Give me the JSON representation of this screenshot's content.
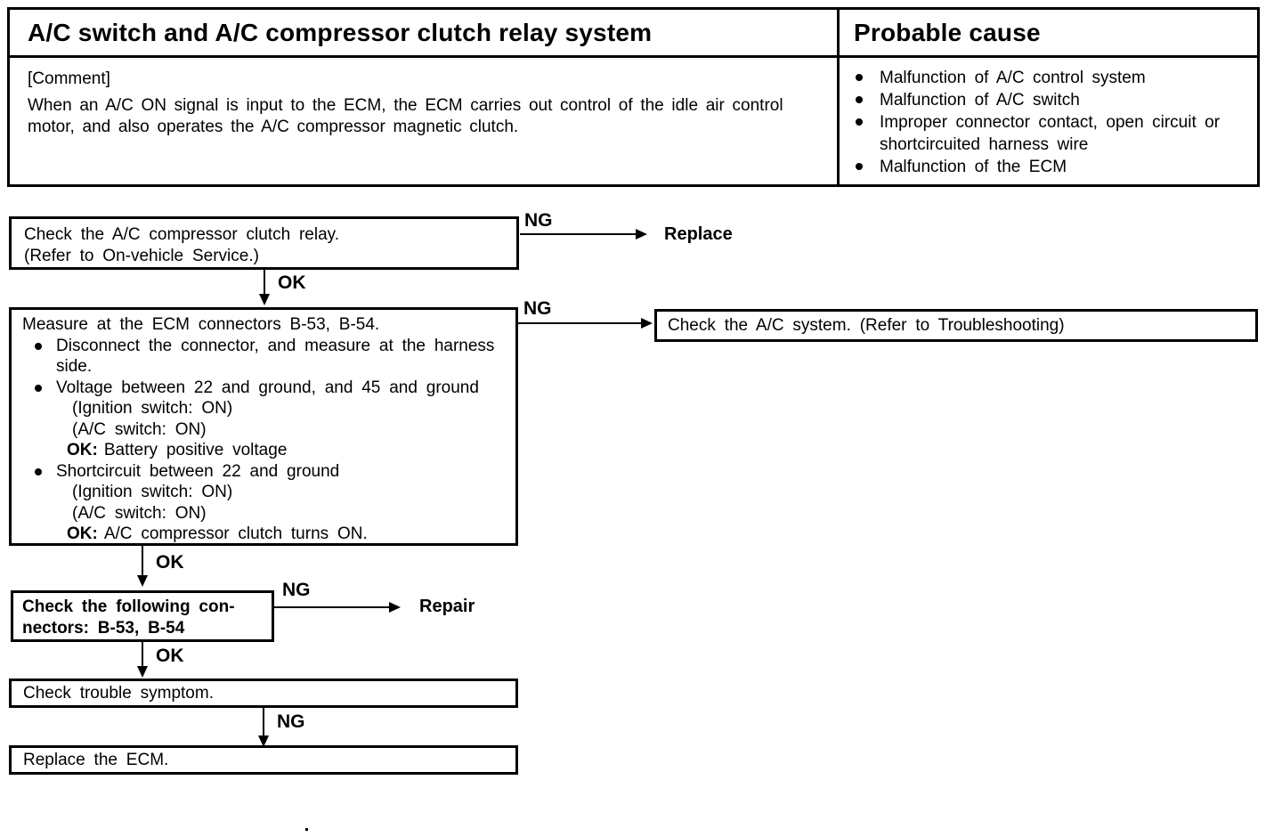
{
  "table": {
    "title": "A/C switch and A/C compressor clutch relay system",
    "probable_cause_header": "Probable cause",
    "comment_label": "[Comment]",
    "comment_lines": [
      "When an A/C ON signal is input to the ECM, the ECM carries out control of the idle air control",
      "motor, and also operates the A/C compressor magnetic clutch."
    ],
    "causes": [
      {
        "lines": [
          "Malfunction of A/C control system"
        ]
      },
      {
        "lines": [
          "Malfunction of A/C switch"
        ]
      },
      {
        "lines": [
          "Improper connector contact, open circuit or",
          "shortcircuited harness wire"
        ]
      },
      {
        "lines": [
          "Malfunction of the ECM"
        ]
      }
    ]
  },
  "flow": {
    "ng_label": "NG",
    "ok_label": "OK",
    "ok_prefix": "OK:",
    "step1": {
      "line1": "Check the A/C compressor clutch relay.",
      "line2": "(Refer to On-vehicle Service.)",
      "ng_action": "Replace"
    },
    "step2": {
      "title": "Measure at the ECM connectors B-53, B-54.",
      "b1l1": "Disconnect the connector, and measure at the harness",
      "b1l2": "side.",
      "b2": "Voltage between 22 and ground, and 45 and ground",
      "cond1": "(Ignition switch: ON)",
      "cond2": "(A/C switch: ON)",
      "ok1": "Battery positive voltage",
      "b3": "Shortcircuit between 22 and ground",
      "cond3": "(Ignition switch: ON)",
      "cond4": "(A/C switch: ON)",
      "ok2": "A/C compressor clutch turns ON.",
      "ng_action": "Check the A/C system. (Refer to Troubleshooting)"
    },
    "step3": {
      "line1": "Check the following con-",
      "line2": "nectors: B-53, B-54",
      "ng_action": "Repair"
    },
    "step4": {
      "text": "Check trouble symptom."
    },
    "step5": {
      "text": "Replace the ECM."
    }
  }
}
